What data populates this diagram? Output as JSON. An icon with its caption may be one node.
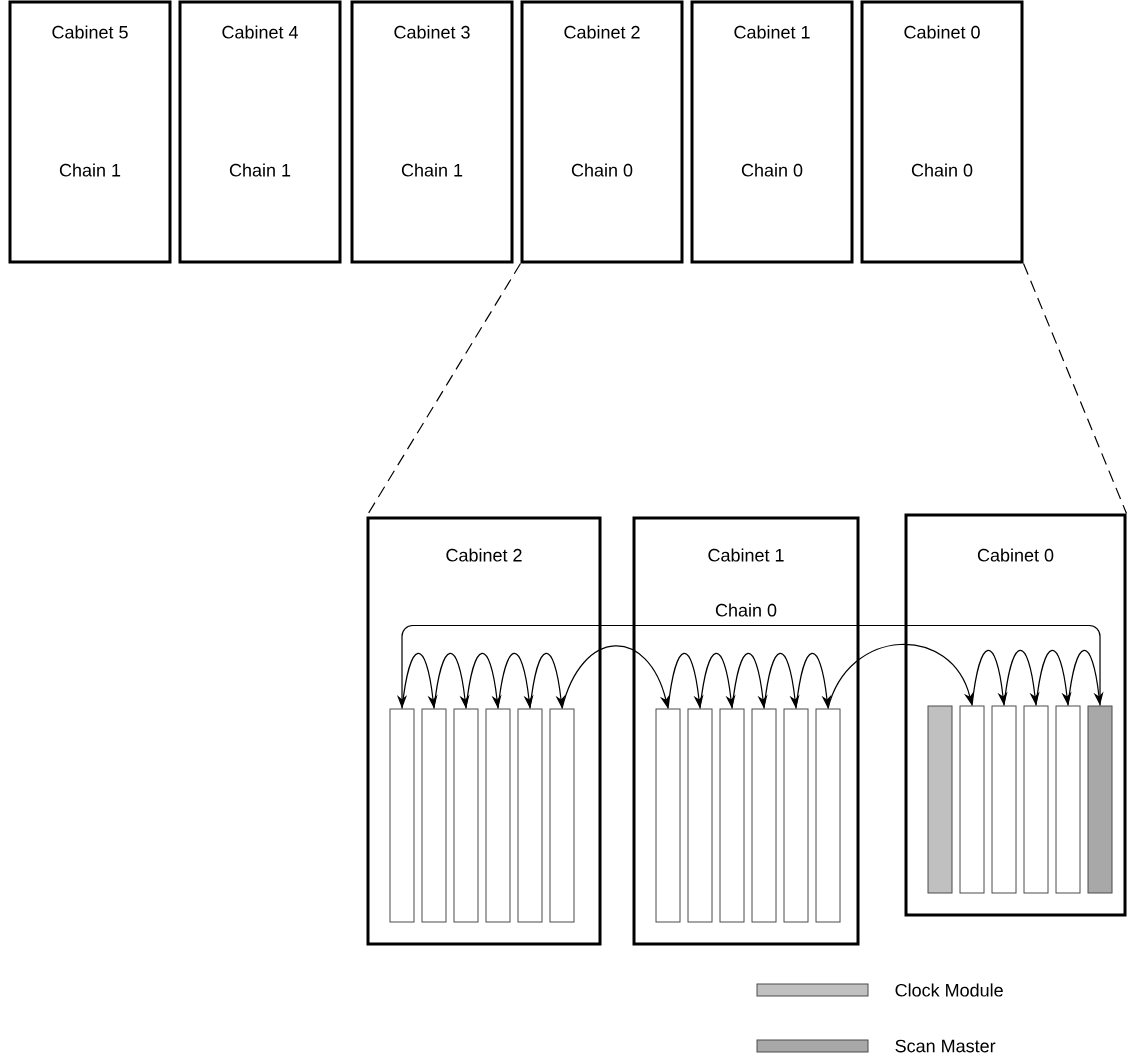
{
  "diagram": {
    "nodes": [
      {
        "text": [
          "Cabinet 5",
          "Chain 1"
        ]
      },
      {
        "text": [
          "Cabinet 4",
          "Chain 1"
        ]
      },
      {
        "text": [
          "Cabinet 3",
          "Chain 1"
        ]
      },
      {
        "text": [
          "Cabinet 2",
          "Chain 0"
        ]
      },
      {
        "text": [
          "Cabinet 1",
          "Chain 0"
        ]
      },
      {
        "text": [
          "Cabinet 0",
          "Chain 0"
        ]
      },
      {
        "text": [
          "Cabinet 2"
        ]
      },
      {
        "text": [
          "Cabinet 1",
          "Chain 0"
        ]
      },
      {
        "text": [
          "Cabinet 0"
        ]
      },
      {
        "text": [],
        "shape": "bar",
        "in": 6
      },
      {
        "text": [],
        "shape": "bar",
        "in": 6
      },
      {
        "text": [],
        "shape": "bar",
        "in": 6
      },
      {
        "text": [],
        "shape": "bar",
        "in": 6
      },
      {
        "text": [],
        "shape": "bar",
        "in": 6
      },
      {
        "text": [],
        "shape": "bar",
        "in": 6
      },
      {
        "text": [],
        "shape": "bar",
        "in": 7
      },
      {
        "text": [],
        "shape": "bar",
        "in": 7
      },
      {
        "text": [],
        "shape": "bar",
        "in": 7
      },
      {
        "text": [],
        "shape": "bar",
        "in": 7
      },
      {
        "text": [],
        "shape": "bar",
        "in": 7
      },
      {
        "text": [],
        "shape": "bar",
        "in": 7
      },
      {
        "text": [],
        "shape": "bar",
        "in": 8
      },
      {
        "text": [],
        "shape": "bar",
        "in": 8
      },
      {
        "text": [],
        "shape": "bar",
        "in": 8
      },
      {
        "text": [],
        "shape": "bar",
        "in": 8
      },
      {
        "text": [],
        "shape": "bar",
        "in": 8
      },
      {
        "text": [],
        "shape": "bar",
        "in": 8
      }
    ],
    "edges": [
      {
        "from": 3,
        "to": 6,
        "arrow": "none",
        "style": "dashed"
      },
      {
        "from": 5,
        "to": 8,
        "arrow": "none",
        "style": "dashed"
      },
      {
        "from": 9,
        "to": 10,
        "arrow": "to"
      },
      {
        "from": 10,
        "to": 11,
        "arrow": "to"
      },
      {
        "from": 11,
        "to": 12,
        "arrow": "to"
      },
      {
        "from": 12,
        "to": 13,
        "arrow": "to"
      },
      {
        "from": 13,
        "to": 14,
        "arrow": "to"
      },
      {
        "from": 14,
        "to": 15,
        "arrow": "to"
      },
      {
        "from": 15,
        "to": 16,
        "arrow": "to"
      },
      {
        "from": 16,
        "to": 17,
        "arrow": "to"
      },
      {
        "from": 17,
        "to": 18,
        "arrow": "to"
      },
      {
        "from": 18,
        "to": 19,
        "arrow": "to"
      },
      {
        "from": 19,
        "to": 20,
        "arrow": "to"
      },
      {
        "from": 20,
        "to": 22,
        "arrow": "to"
      },
      {
        "from": 22,
        "to": 23,
        "arrow": "to"
      },
      {
        "from": 23,
        "to": 24,
        "arrow": "to"
      },
      {
        "from": 24,
        "to": 25,
        "arrow": "to"
      },
      {
        "from": 25,
        "to": 26,
        "arrow": "to"
      },
      {
        "from": 26,
        "to": 9,
        "arrow": "to"
      }
    ],
    "legend": [
      {
        "text": "Clock Module",
        "color": "#c0c0c0"
      },
      {
        "text": "Scan Master",
        "color": "#a8a8a8"
      }
    ]
  }
}
